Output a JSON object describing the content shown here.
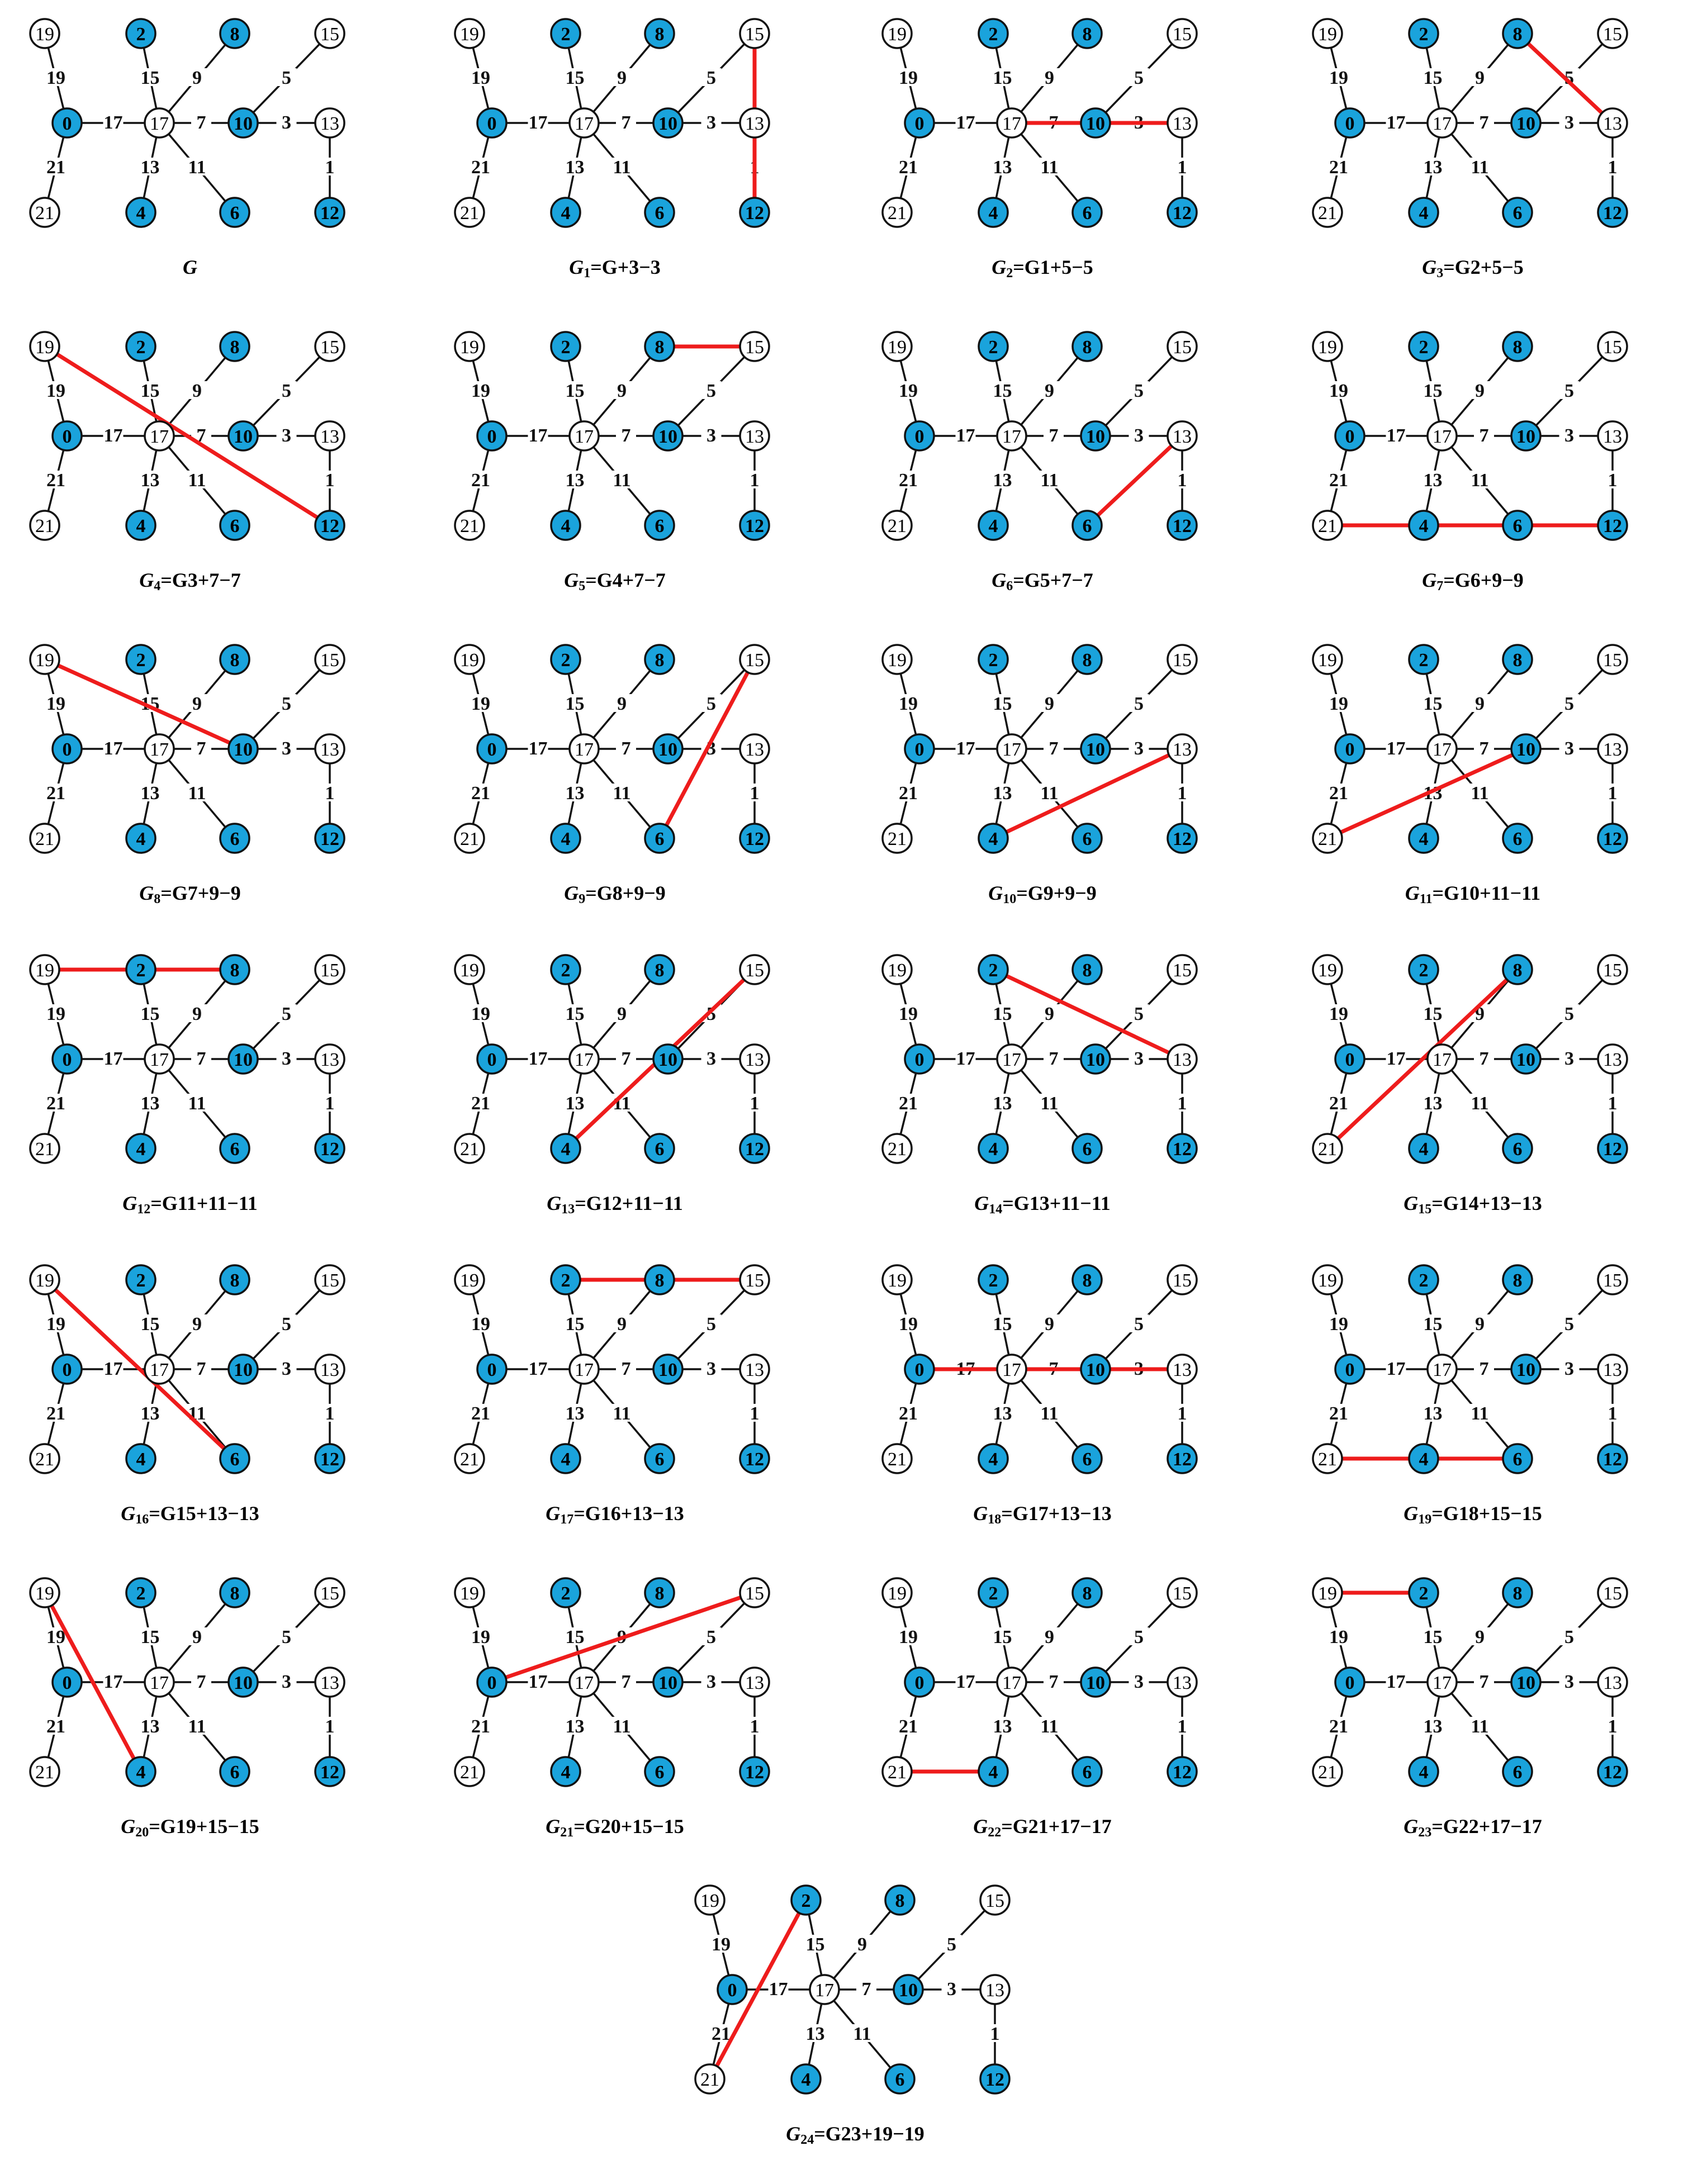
{
  "colors": {
    "blue_fill": "#1aa3dc",
    "white_fill": "#ffffff",
    "edge_black": "#111111",
    "edge_red": "#ee1c1c"
  },
  "panels": [
    {
      "id": "G",
      "caption": {
        "base": "G",
        "sub": "",
        "formula": ""
      }
    },
    {
      "id": "G1",
      "caption": {
        "base": "G",
        "sub": "1",
        "formula": "=G+3−3"
      }
    },
    {
      "id": "G2",
      "caption": {
        "base": "G",
        "sub": "2",
        "formula": "=G1+5−5"
      }
    },
    {
      "id": "G3",
      "caption": {
        "base": "G",
        "sub": "3",
        "formula": "=G2+5−5"
      }
    },
    {
      "id": "G4",
      "caption": {
        "base": "G",
        "sub": "4",
        "formula": "=G3+7−7"
      }
    },
    {
      "id": "G5",
      "caption": {
        "base": "G",
        "sub": "5",
        "formula": "=G4+7−7"
      }
    },
    {
      "id": "G6",
      "caption": {
        "base": "G",
        "sub": "6",
        "formula": "=G5+7−7"
      }
    },
    {
      "id": "G7",
      "caption": {
        "base": "G",
        "sub": "7",
        "formula": "=G6+9−9"
      }
    },
    {
      "id": "G8",
      "caption": {
        "base": "G",
        "sub": "8",
        "formula": "=G7+9−9"
      }
    },
    {
      "id": "G9",
      "caption": {
        "base": "G",
        "sub": "9",
        "formula": "=G8+9−9"
      }
    },
    {
      "id": "G10",
      "caption": {
        "base": "G",
        "sub": "10",
        "formula": "=G9+9−9"
      }
    },
    {
      "id": "G11",
      "caption": {
        "base": "G",
        "sub": "11",
        "formula": "=G10+11−11"
      }
    },
    {
      "id": "G12",
      "caption": {
        "base": "G",
        "sub": "12",
        "formula": "=G11+11−11"
      }
    },
    {
      "id": "G13",
      "caption": {
        "base": "G",
        "sub": "13",
        "formula": "=G12+11−11"
      }
    },
    {
      "id": "G14",
      "caption": {
        "base": "G",
        "sub": "14",
        "formula": "=G13+11−11"
      }
    },
    {
      "id": "G15",
      "caption": {
        "base": "G",
        "sub": "15",
        "formula": "=G14+13−13"
      }
    },
    {
      "id": "G16",
      "caption": {
        "base": "G",
        "sub": "16",
        "formula": "=G15+13−13"
      }
    },
    {
      "id": "G17",
      "caption": {
        "base": "G",
        "sub": "17",
        "formula": "=G16+13−13"
      }
    },
    {
      "id": "G18",
      "caption": {
        "base": "G",
        "sub": "18",
        "formula": "=G17+13−13"
      }
    },
    {
      "id": "G19",
      "caption": {
        "base": "G",
        "sub": "19",
        "formula": "=G18+15−15"
      }
    },
    {
      "id": "G20",
      "caption": {
        "base": "G",
        "sub": "20",
        "formula": "=G19+15−15"
      }
    },
    {
      "id": "G21",
      "caption": {
        "base": "G",
        "sub": "21",
        "formula": "=G20+15−15"
      }
    },
    {
      "id": "G22",
      "caption": {
        "base": "G",
        "sub": "22",
        "formula": "=G21+17−17"
      }
    },
    {
      "id": "G23",
      "caption": {
        "base": "G",
        "sub": "23",
        "formula": "=G22+17−17"
      }
    },
    {
      "id": "G24",
      "caption": {
        "base": "G",
        "sub": "24",
        "formula": "=G23+19−19"
      }
    }
  ],
  "nodes": [
    {
      "id": "19",
      "fill": "white"
    },
    {
      "id": "2",
      "fill": "blue"
    },
    {
      "id": "8",
      "fill": "blue"
    },
    {
      "id": "15",
      "fill": "white"
    },
    {
      "id": "0",
      "fill": "blue"
    },
    {
      "id": "17",
      "fill": "white"
    },
    {
      "id": "10",
      "fill": "blue"
    },
    {
      "id": "13",
      "fill": "white"
    },
    {
      "id": "21",
      "fill": "white"
    },
    {
      "id": "4",
      "fill": "blue"
    },
    {
      "id": "6",
      "fill": "blue"
    },
    {
      "id": "12",
      "fill": "blue"
    }
  ],
  "base_edges": [
    {
      "a": "19",
      "b": "0",
      "label": "19"
    },
    {
      "a": "0",
      "b": "21",
      "label": "21"
    },
    {
      "a": "0",
      "b": "17",
      "label": "17"
    },
    {
      "a": "2",
      "b": "17",
      "label": "15"
    },
    {
      "a": "8",
      "b": "17",
      "label": "9"
    },
    {
      "a": "17",
      "b": "10",
      "label": "7"
    },
    {
      "a": "17",
      "b": "4",
      "label": "13"
    },
    {
      "a": "17",
      "b": "6",
      "label": "11"
    },
    {
      "a": "15",
      "b": "10",
      "label": "5"
    },
    {
      "a": "10",
      "b": "13",
      "label": "3"
    },
    {
      "a": "13",
      "b": "12",
      "label": "1"
    }
  ]
}
